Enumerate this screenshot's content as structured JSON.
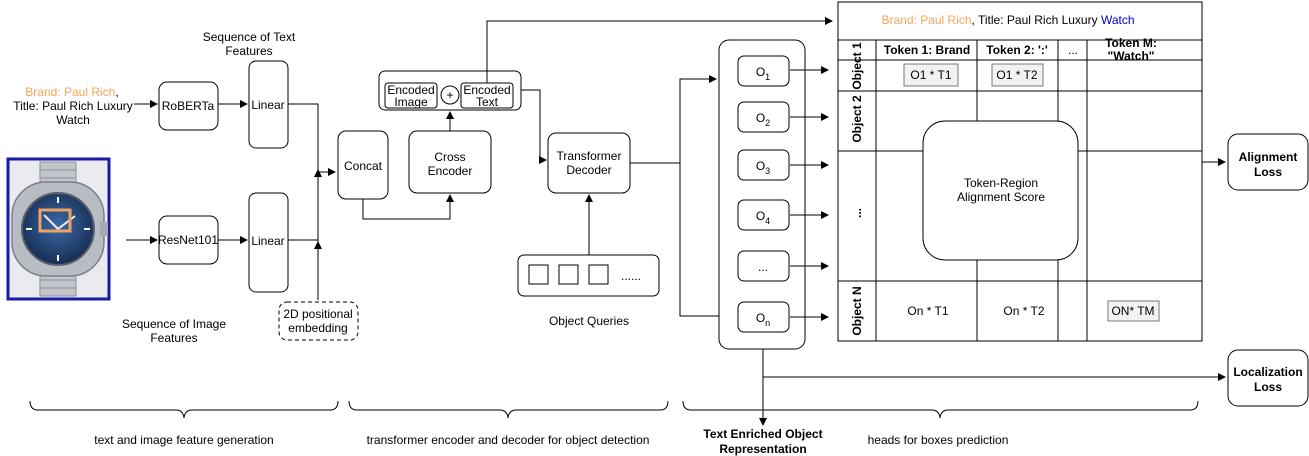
{
  "input": {
    "text_line1_brand": "Brand: Paul Rich",
    "text_line1_comma": ",",
    "text_line2": "Title: Paul Rich Luxury",
    "text_line3": "Watch"
  },
  "labels": {
    "seq_text_1": "Sequence of Text",
    "seq_text_2": "Features",
    "seq_image_1": "Sequence of Image",
    "seq_image_2": "Features",
    "roberta": "RoBERTa",
    "resnet": "ResNet101",
    "linear_top": "Linear",
    "linear_bottom": "Linear",
    "pos_emb_1": "2D positional",
    "pos_emb_2": "embedding",
    "concat": "Concat",
    "cross_1": "Cross",
    "cross_2": "Encoder",
    "enc_img_1": "Encoded",
    "enc_img_2": "Image",
    "enc_txt_1": "Encoded",
    "enc_txt_2": "Text",
    "plus": "+",
    "decoder_1": "Transformer",
    "decoder_2": "Decoder",
    "queries_ellipsis": "......",
    "object_queries": "Object Queries"
  },
  "objects": [
    "O1",
    "O2",
    "O3",
    "O4",
    "...",
    "On"
  ],
  "matrix": {
    "caption_brand": "Brand: Paul Rich",
    "caption_title": ", Title: Paul Rich Luxury ",
    "caption_watch": "Watch",
    "col_headers": [
      "Token 1: Brand",
      "Token 2: ':'",
      "...",
      "Token M:",
      "\"Watch\""
    ],
    "row_headers": [
      "Object 1",
      "Object 2",
      "...",
      "Object N"
    ],
    "cells": {
      "o1t1": "O1 * T1",
      "o1t2": "O1 * T2",
      "ont1": "On * T1",
      "ont2": "On * T2",
      "ontm": "ON* TM"
    },
    "center_1": "Token-Region",
    "center_2": "Alignment Score"
  },
  "losses": {
    "alignment_1": "Alignment",
    "alignment_2": "Loss",
    "localization_1": "Localization",
    "localization_2": "Loss"
  },
  "groups": {
    "g1": "text and image feature generation",
    "g2": "transformer encoder and decoder for object detection",
    "g3": "heads for boxes prediction",
    "rep_1": "Text Enriched Object",
    "rep_2": "Representation"
  },
  "colors": {
    "brand_orange": "#f5a55b",
    "watch_blue": "#0000cc",
    "image_border": "#1a1aa8",
    "watch_face": "#1e3f73",
    "bezel": "#b8bcc3",
    "bbox_orange": "#f0a060"
  }
}
